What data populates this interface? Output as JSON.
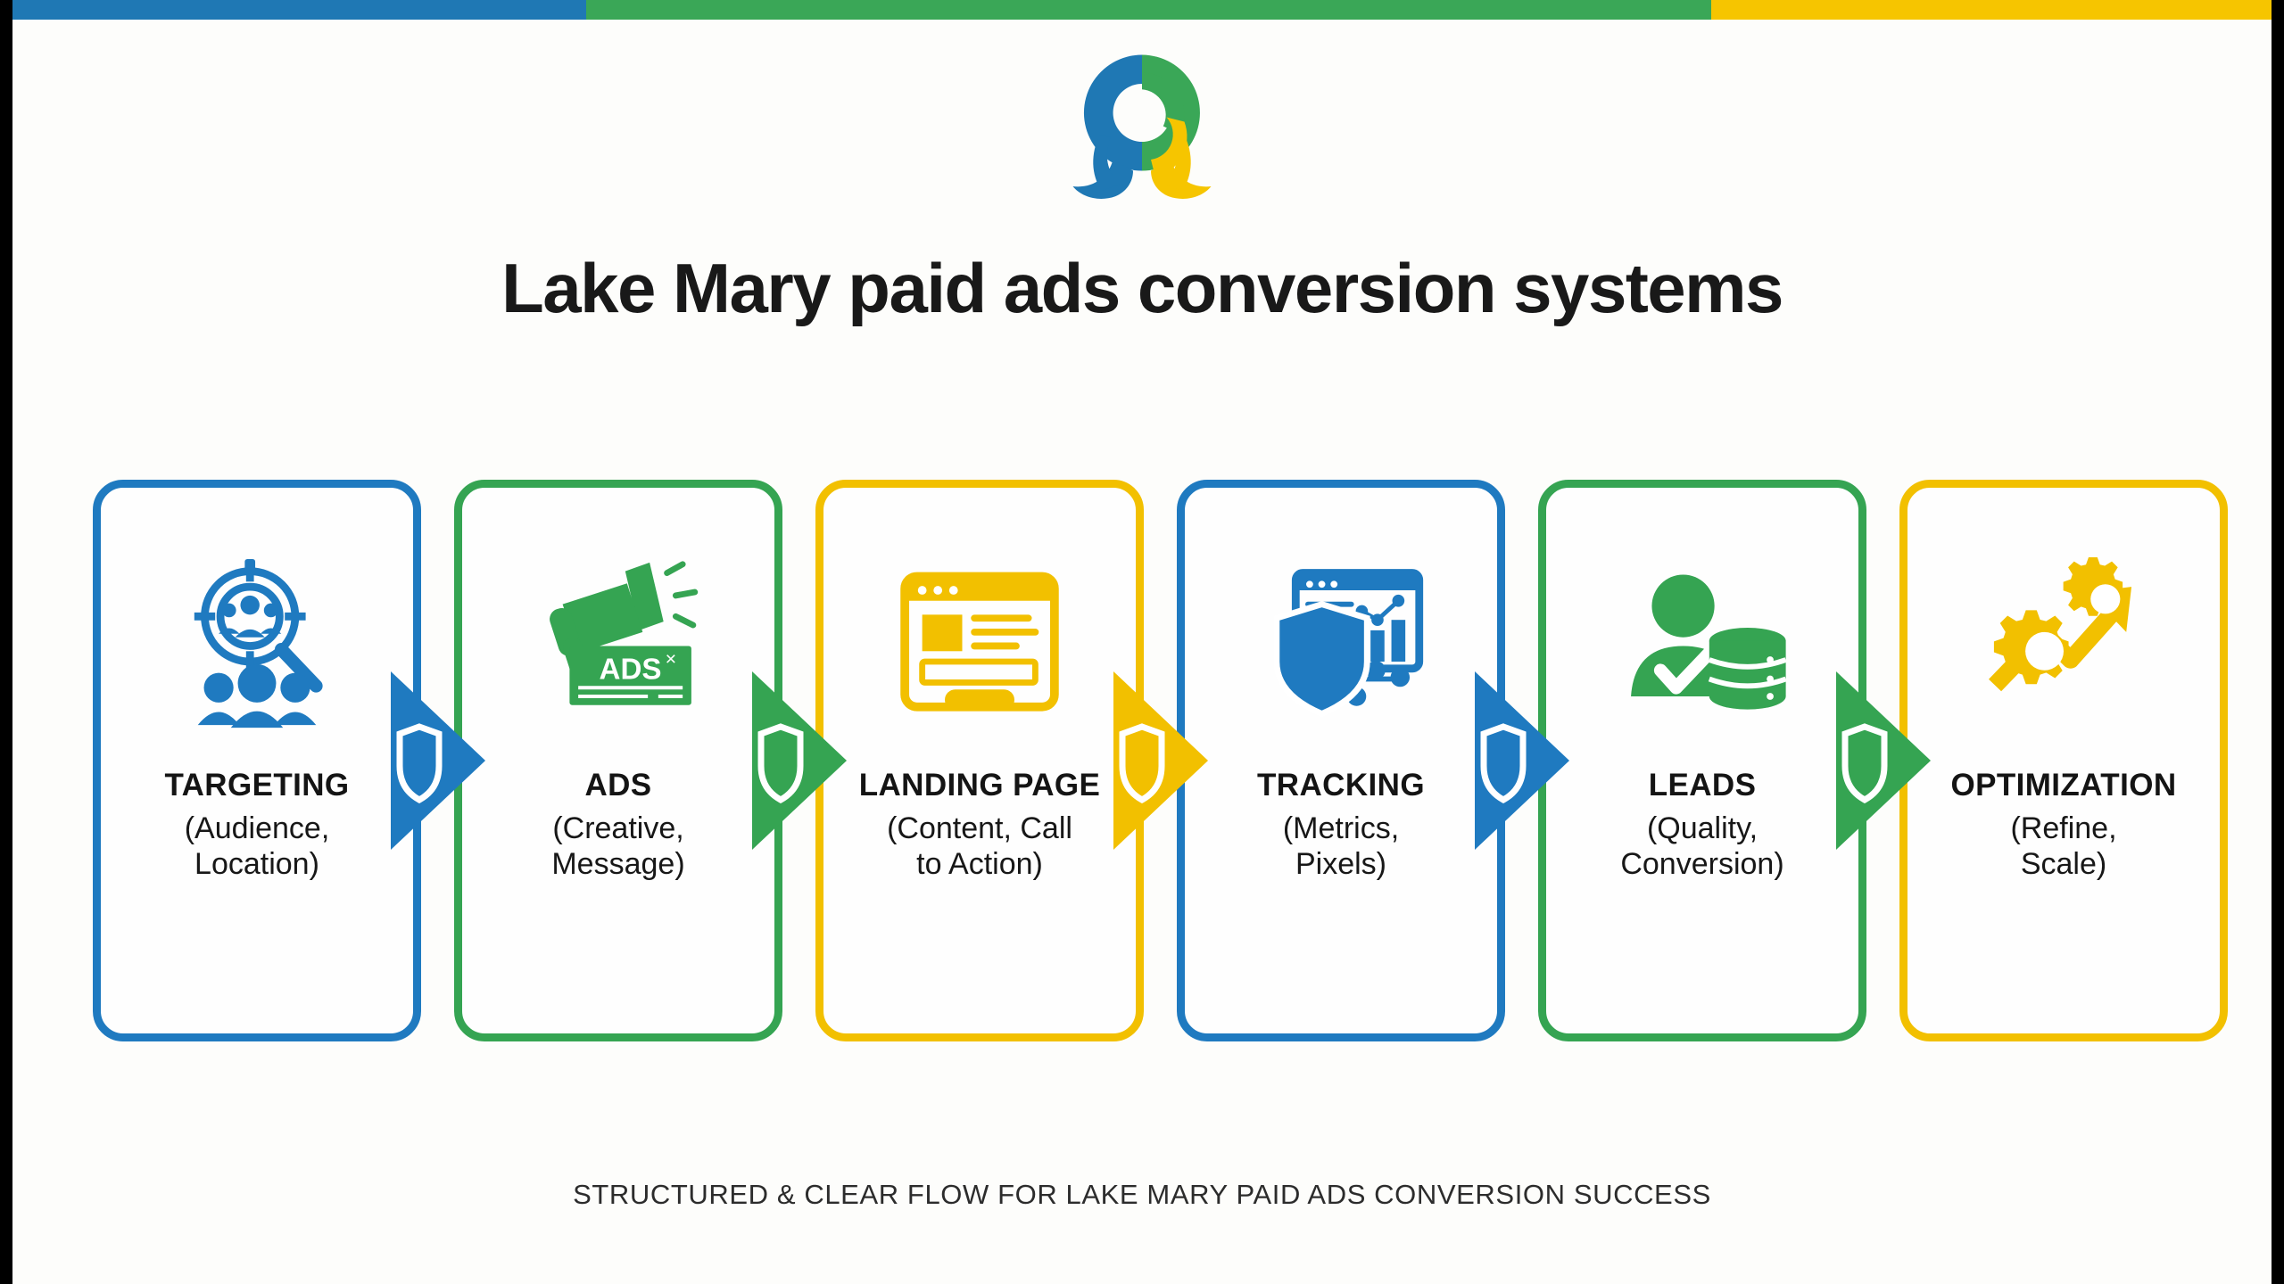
{
  "topbar": {
    "segments": [
      {
        "name": "blue-segment",
        "color": "#1f78b4",
        "width_pct": 25.4
      },
      {
        "name": "green-segment",
        "color": "#3aa757",
        "width_pct": 49.8
      },
      {
        "name": "yellow-segment",
        "color": "#f6c500",
        "width_pct": 24.8
      }
    ]
  },
  "logo": {
    "name": "omega-logo",
    "colors": {
      "blue": "#1f78b4",
      "green": "#3aa757",
      "yellow": "#f6c500"
    }
  },
  "header": {
    "title": "Lake Mary paid ads conversion systems"
  },
  "palette": {
    "blue": "#1f7ac0",
    "green": "#35a452",
    "yellow": "#f2c000",
    "text_dark": "#141414",
    "background": "#fdfdfb"
  },
  "flow": {
    "steps": [
      {
        "icon": "target-audience-icon",
        "title": "TARGETING",
        "subtitle": "(Audience,\nLocation)",
        "color": "#1f7ac0"
      },
      {
        "icon": "megaphone-ads-icon",
        "title": "ADS",
        "subtitle": "(Creative,\nMessage)",
        "color": "#35a452"
      },
      {
        "icon": "landing-page-browser-icon",
        "title": "LANDING PAGE",
        "subtitle": "(Content, Call\nto Action)",
        "color": "#f2c000"
      },
      {
        "icon": "shield-analytics-icon",
        "title": "TRACKING",
        "subtitle": "(Metrics,\nPixels)",
        "color": "#1f7ac0"
      },
      {
        "icon": "user-check-database-icon",
        "title": "LEADS",
        "subtitle": "(Quality,\nConversion)",
        "color": "#35a452"
      },
      {
        "icon": "gears-growth-arrow-icon",
        "title": "OPTIMIZATION",
        "subtitle": "(Refine,\nScale)",
        "color": "#f2c000"
      }
    ],
    "connectors": [
      {
        "name": "connector-arrow-shield-1",
        "color": "#1f7ac0"
      },
      {
        "name": "connector-arrow-shield-2",
        "color": "#35a452"
      },
      {
        "name": "connector-arrow-shield-3",
        "color": "#f2c000"
      },
      {
        "name": "connector-arrow-shield-4",
        "color": "#1f7ac0"
      },
      {
        "name": "connector-arrow-shield-5",
        "color": "#35a452"
      }
    ]
  },
  "footer": {
    "caption": "STRUCTURED & CLEAR FLOW FOR LAKE MARY PAID ADS CONVERSION SUCCESS"
  }
}
